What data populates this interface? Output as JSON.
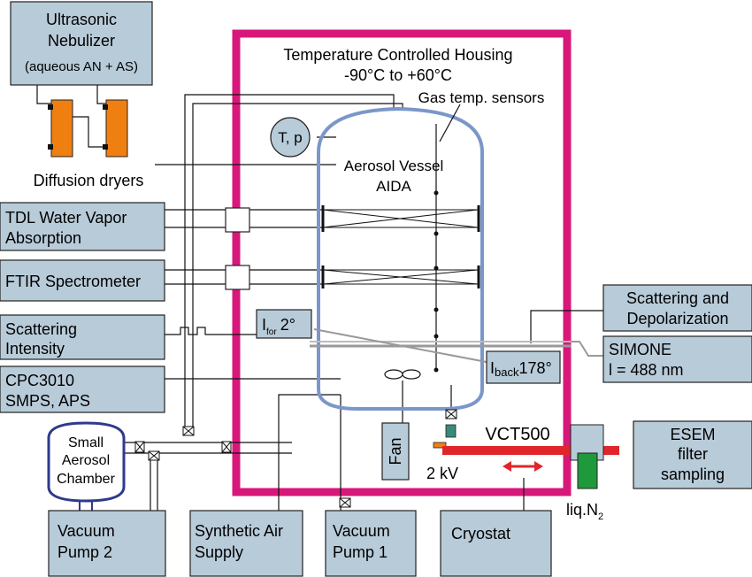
{
  "colors": {
    "housing": "#d8177a",
    "box_fill": "#b8cbd9",
    "vessel": "#7b97c9",
    "dryer": "#f07f12",
    "red_arrow": "#e0262b",
    "green": "#1e9a3c",
    "teal": "#3a8a7a"
  },
  "housing": {
    "title_line1": "Temperature Controlled Housing",
    "title_line2": "-90°C to +60°C"
  },
  "nebulizer": {
    "line1": "Ultrasonic",
    "line2": "Nebulizer",
    "line3": "(aqueous AN + AS)"
  },
  "dryers_label": "Diffusion dryers",
  "vessel": {
    "line1": "Aerosol Vessel",
    "line2": "AIDA"
  },
  "gas_sensors_label": "Gas temp. sensors",
  "tp_label": "T, p",
  "instruments": {
    "tdl_line1": "TDL Water Vapor",
    "tdl_line2": "Absorption",
    "ftir": "FTIR Spectrometer",
    "scatter_line1": "Scattering",
    "scatter_line2": "Intensity",
    "cpc_line1": "CPC3010",
    "cpc_line2": "SMPS, APS"
  },
  "ifor": {
    "main": "I",
    "sub": "for",
    "angle": "2°"
  },
  "iback": {
    "main": "I",
    "sub": "back",
    "angle": "178°"
  },
  "scat_depol": {
    "line1": "Scattering and",
    "line2": "Depolarization"
  },
  "simone": {
    "line1": "SIMONE",
    "line2": "l = 488 nm"
  },
  "fan_label": "Fan",
  "kv_label": "2 kV",
  "vct_label": "VCT500",
  "esem": {
    "line1": "ESEM",
    "line2": "filter",
    "line3": "sampling"
  },
  "liqn2": {
    "main": "liq.N",
    "sub": "2"
  },
  "small_chamber": {
    "line1": "Small",
    "line2": "Aerosol",
    "line3": "Chamber"
  },
  "bottom": {
    "vac2_line1": "Vacuum",
    "vac2_line2": "Pump 2",
    "synth_line1": "Synthetic Air",
    "synth_line2": "Supply",
    "vac1_line1": "Vacuum",
    "vac1_line2": "Pump 1",
    "cryostat": "Cryostat"
  }
}
